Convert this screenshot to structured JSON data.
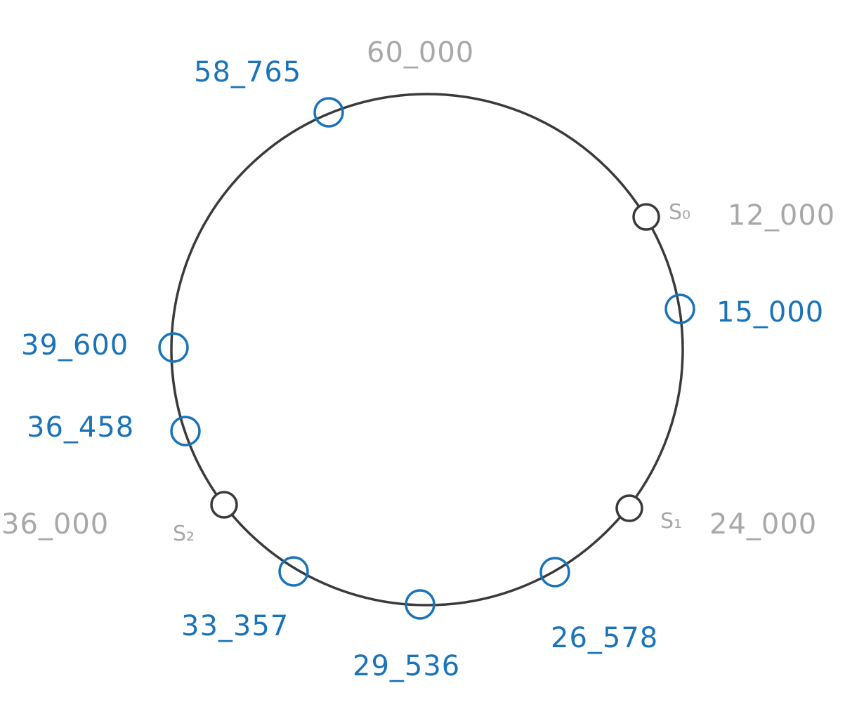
{
  "colors": {
    "ring": "#3a3a3a",
    "server": "#3a3a3a",
    "key": "#1a73b8",
    "server_label": "#a8a8a8",
    "key_label": "#1a73b8"
  },
  "ring": {
    "top_label": "60_000"
  },
  "servers": [
    {
      "name": "S₀",
      "position": "12_000"
    },
    {
      "name": "S₁",
      "position": "24_000"
    },
    {
      "name": "S₂",
      "position": "36_000"
    }
  ],
  "keys": [
    {
      "label": "15_000"
    },
    {
      "label": "26_578"
    },
    {
      "label": "29_536"
    },
    {
      "label": "33_357"
    },
    {
      "label": "36_458"
    },
    {
      "label": "39_600"
    },
    {
      "label": "58_765"
    }
  ]
}
